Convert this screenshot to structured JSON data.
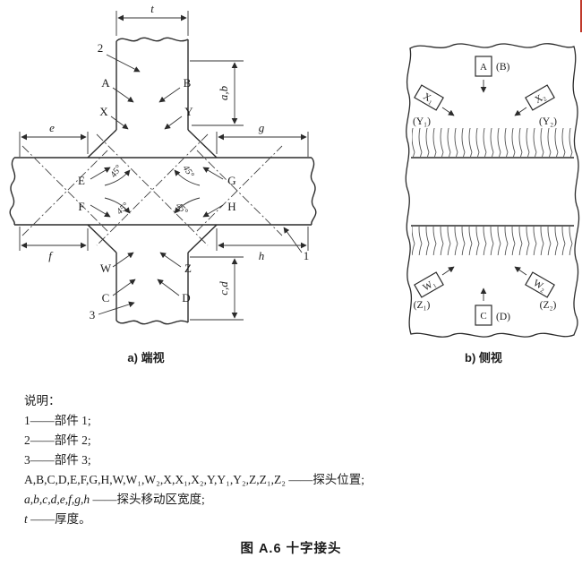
{
  "page": {
    "background": "#ffffff",
    "line_color": "#2b2b2b",
    "accent_red": "#c0392b"
  },
  "figure": {
    "caption": "图 A.6  十字接头"
  },
  "end_view": {
    "caption": "a)  端视",
    "angle_label": "45°",
    "dims": {
      "t": "t",
      "ab": "a,b",
      "cd": "c,d",
      "e": "e",
      "f": "f",
      "g": "g",
      "h": "h"
    },
    "parts": {
      "p1": "1",
      "p2": "2",
      "p3": "3"
    },
    "probes": {
      "A": "A",
      "B": "B",
      "C": "C",
      "D": "D",
      "E": "E",
      "F": "F",
      "G": "G",
      "H": "H",
      "W": "W",
      "X": "X",
      "Y": "Y",
      "Z": "Z"
    }
  },
  "side_view": {
    "caption": "b)  侧视",
    "probes": [
      {
        "label": "A",
        "alt": "(B)"
      },
      {
        "label": "X₁",
        "alt": "(Y₁)"
      },
      {
        "label": "X₂",
        "alt": "(Y₂)"
      },
      {
        "label": "W₁",
        "alt": "(Z₁)"
      },
      {
        "label": "W₂",
        "alt": "(Z₂)"
      },
      {
        "label": "C",
        "alt": "(D)"
      }
    ]
  },
  "legend": {
    "title": "说明：",
    "items": [
      {
        "sym": "1",
        "dash": "——",
        "desc": "部件 1;"
      },
      {
        "sym": "2",
        "dash": "——",
        "desc": "部件 2;"
      },
      {
        "sym": "3",
        "dash": "——",
        "desc": "部件 3;"
      },
      {
        "sym": "A,B,C,D,E,F,G,H,W,W₁,W₂,X,X₁,X₂,Y,Y₁,Y₂,Z,Z₁,Z₂",
        "dash": " ——",
        "desc": "探头位置;"
      },
      {
        "sym": "a,b,c,d,e,f,g,h",
        "dash": " ——",
        "desc": "探头移动区宽度;"
      },
      {
        "sym": "t",
        "dash": " ——",
        "desc": "厚度。"
      }
    ]
  }
}
